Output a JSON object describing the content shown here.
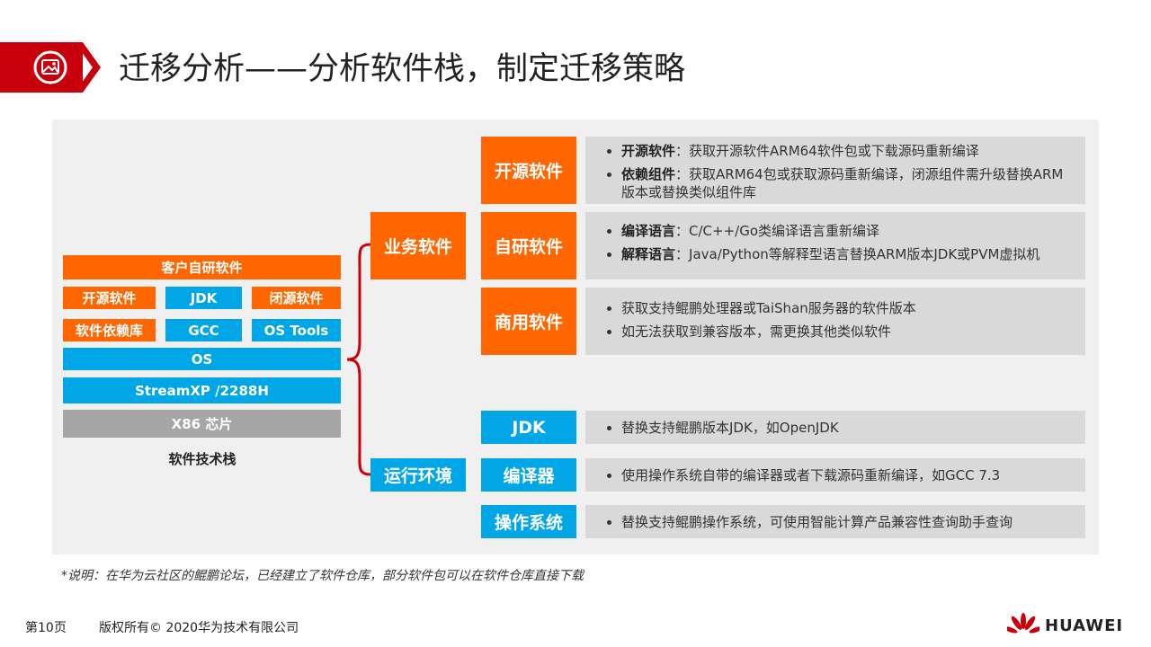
{
  "title": "迁移分析——分析软件栈，制定迁移策略",
  "colors": {
    "accent": "#c7000b",
    "orange": "#ff6600",
    "blue": "#00a6e6",
    "grey": "#a6a6a6",
    "desc_bg": "#d9d9d9",
    "panel_bg": "#f0f0f0"
  },
  "icons": {
    "title": "picture-icon",
    "brace": "curly-brace",
    "logo": "huawei-petal-logo"
  },
  "stack": {
    "customer": "客户自研软件",
    "open_source": "开源软件",
    "jdk": "JDK",
    "closed_source": "闭源软件",
    "deps": "软件依赖库",
    "gcc": "GCC",
    "os_tools": "OS Tools",
    "os": "OS",
    "streamxp": "StreamXP /2288H",
    "x86": "X86 芯片",
    "caption": "软件技术栈"
  },
  "groups": {
    "business": "业务软件",
    "runtime": "运行环境"
  },
  "rows": {
    "open_source": {
      "label": "开源软件",
      "b1_bold": "开源软件",
      "b1_text": "：获取开源软件ARM64软件包或下载源码重新编译",
      "b2_bold": "依赖组件",
      "b2_text": "：获取ARM64包或获取源码重新编译，闭源组件需升级替换ARM版本或替换类似组件库"
    },
    "self_dev": {
      "label": "自研软件",
      "b1_bold": "编译语言",
      "b1_text": "：C/C++/Go类编译语言重新编译",
      "b2_bold": "解释语言",
      "b2_text": "：Java/Python等解释型语言替换ARM版本JDK或PVM虚拟机"
    },
    "commercial": {
      "label": "商用软件",
      "b1": "获取支持鲲鹏处理器或TaiShan服务器的软件版本",
      "b2": "如无法获取到兼容版本，需更换其他类似软件"
    },
    "jdk": {
      "label": "JDK",
      "b1": "替换支持鲲鹏版本JDK，如OpenJDK"
    },
    "compiler": {
      "label": "编译器",
      "b1": "使用操作系统自带的编译器或者下载源码重新编译，如GCC 7.3"
    },
    "os": {
      "label": "操作系统",
      "b1": "替换支持鲲鹏操作系统，可使用智能计算产品兼容性查询助手查询"
    }
  },
  "note": "*说明：在华为云社区的鲲鹏论坛，已经建立了软件仓库，部分软件包可以在软件仓库直接下载",
  "footer": {
    "page": "第10页",
    "copyright": "版权所有© 2020华为技术有限公司",
    "logo": "HUAWEI"
  }
}
